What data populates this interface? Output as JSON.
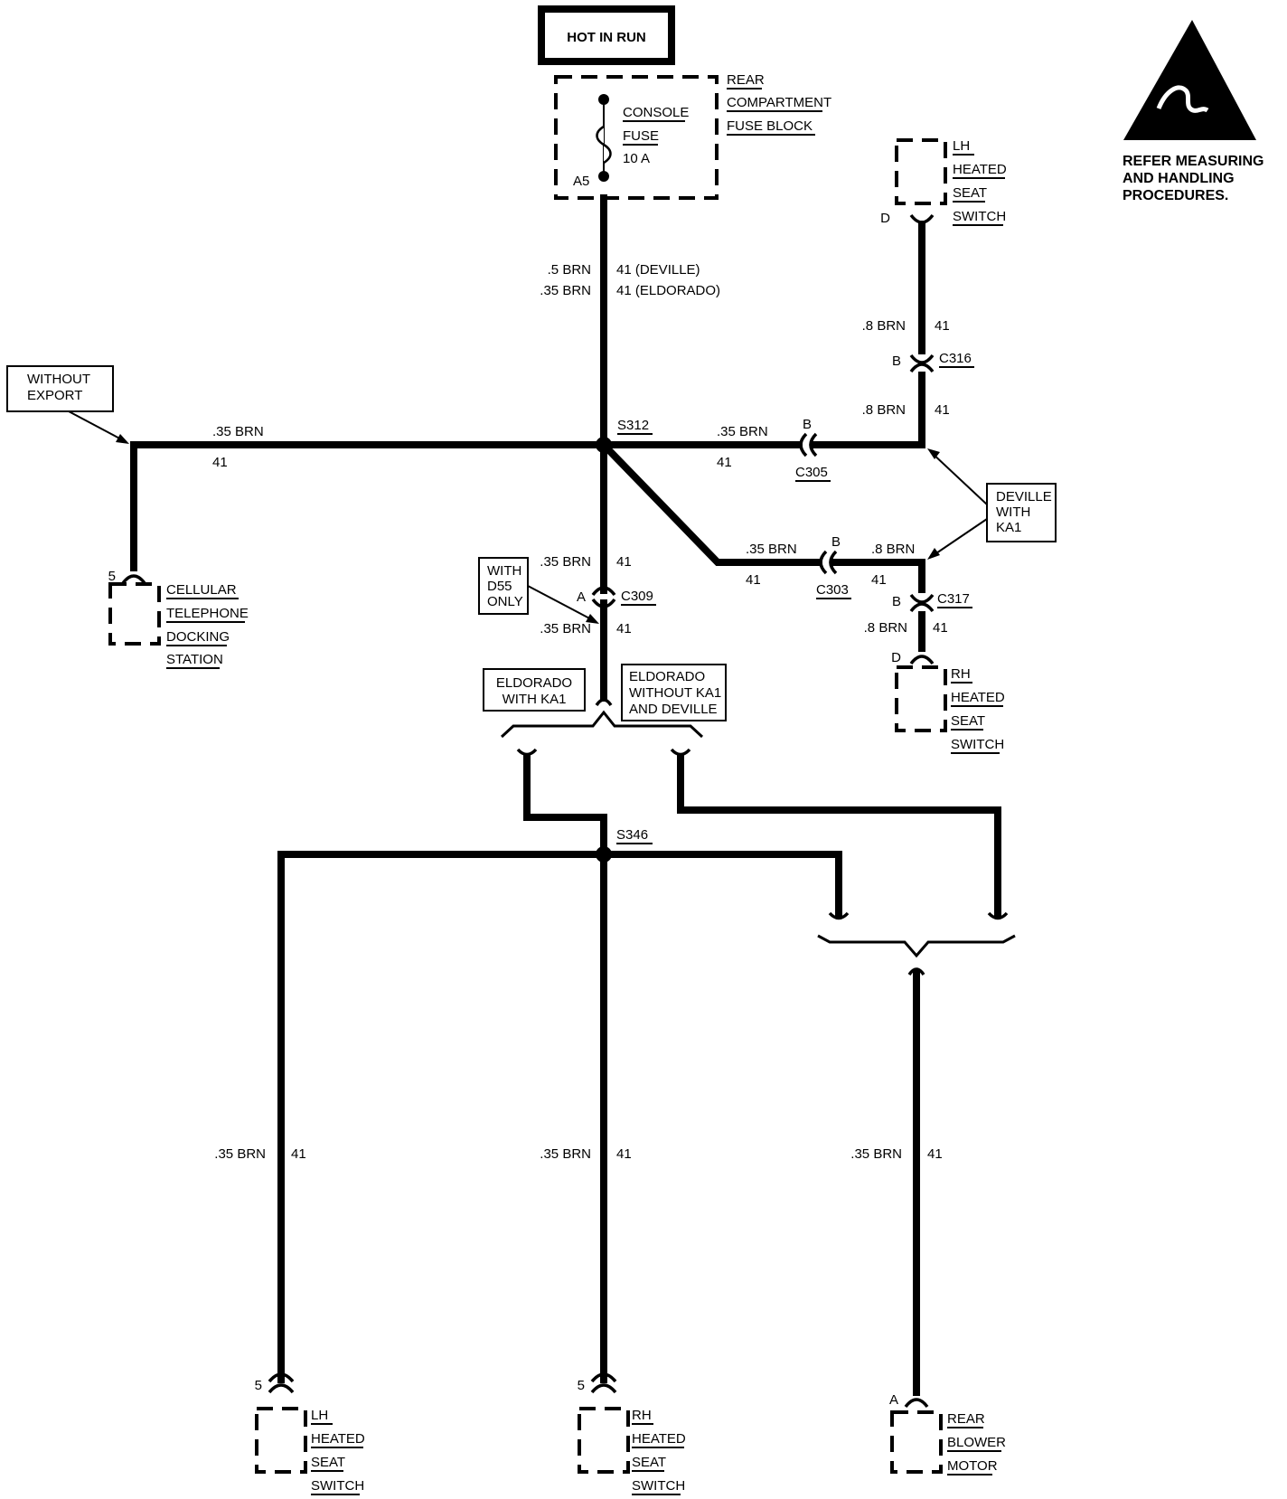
{
  "power": {
    "title": "HOT IN RUN"
  },
  "fuse_block": {
    "fuse_name": [
      "CONSOLE",
      "FUSE",
      "10 A"
    ],
    "cavity": "A5",
    "block_name": [
      "REAR",
      "COMPARTMENT",
      "FUSE BLOCK"
    ]
  },
  "esd_note": [
    "REFER MEASURING",
    "AND HANDLING",
    "PROCEDURES."
  ],
  "wires": {
    "main_deville": ".5 BRN",
    "main_deville_circuit": "41 (DEVILLE)",
    "main_eldorado": ".35 BRN",
    "main_eldorado_circuit": "41 (ELDORADO)",
    "size_035": ".35 BRN",
    "size_08": ".8 BRN",
    "circuit": "41"
  },
  "splices": {
    "s312": "S312",
    "s346": "S346"
  },
  "connectors": {
    "c305": "C305",
    "c303": "C303",
    "c309": "C309",
    "c316": "C316",
    "c317": "C317",
    "pin_a": "A",
    "pin_b": "B",
    "pin_d": "D",
    "pin_5": "5"
  },
  "notes": {
    "without_export": [
      "WITHOUT",
      "EXPORT"
    ],
    "deville_ka1": [
      "DEVILLE",
      "WITH",
      "KA1"
    ],
    "with_d55": [
      "WITH",
      "D55",
      "ONLY"
    ],
    "eldorado_ka1": [
      "ELDORADO",
      "WITH KA1"
    ],
    "eldorado_without": [
      "ELDORADO",
      "WITHOUT KA1",
      "AND DEVILLE"
    ]
  },
  "components": {
    "cellular": [
      "CELLULAR",
      "TELEPHONE",
      "DOCKING",
      "STATION"
    ],
    "lh_seat_top": [
      "LH",
      "HEATED",
      "SEAT",
      "SWITCH"
    ],
    "rh_seat_mid": [
      "RH",
      "HEATED",
      "SEAT",
      "SWITCH"
    ],
    "lh_seat_bottom": [
      "LH",
      "HEATED",
      "SEAT",
      "SWITCH"
    ],
    "rh_seat_bottom": [
      "RH",
      "HEATED",
      "SEAT",
      "SWITCH"
    ],
    "rear_blower": [
      "REAR",
      "BLOWER",
      "MOTOR"
    ]
  }
}
